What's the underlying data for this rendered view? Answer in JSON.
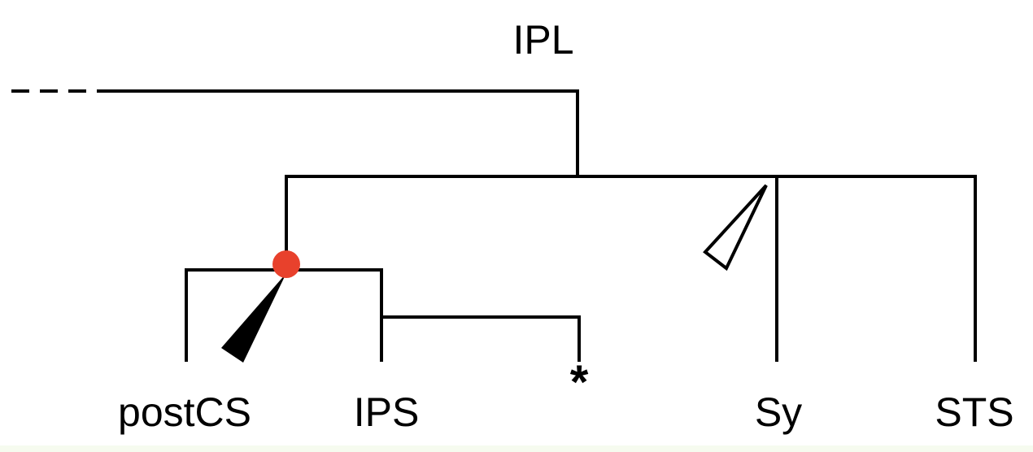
{
  "tree": {
    "root_label": "IPL",
    "leaves": [
      "postCS",
      "IPS",
      "Sy",
      "STS"
    ],
    "marker": "*"
  },
  "colors": {
    "line": "#000000",
    "node_dot": "#e8412c",
    "background": "#ffffff"
  }
}
